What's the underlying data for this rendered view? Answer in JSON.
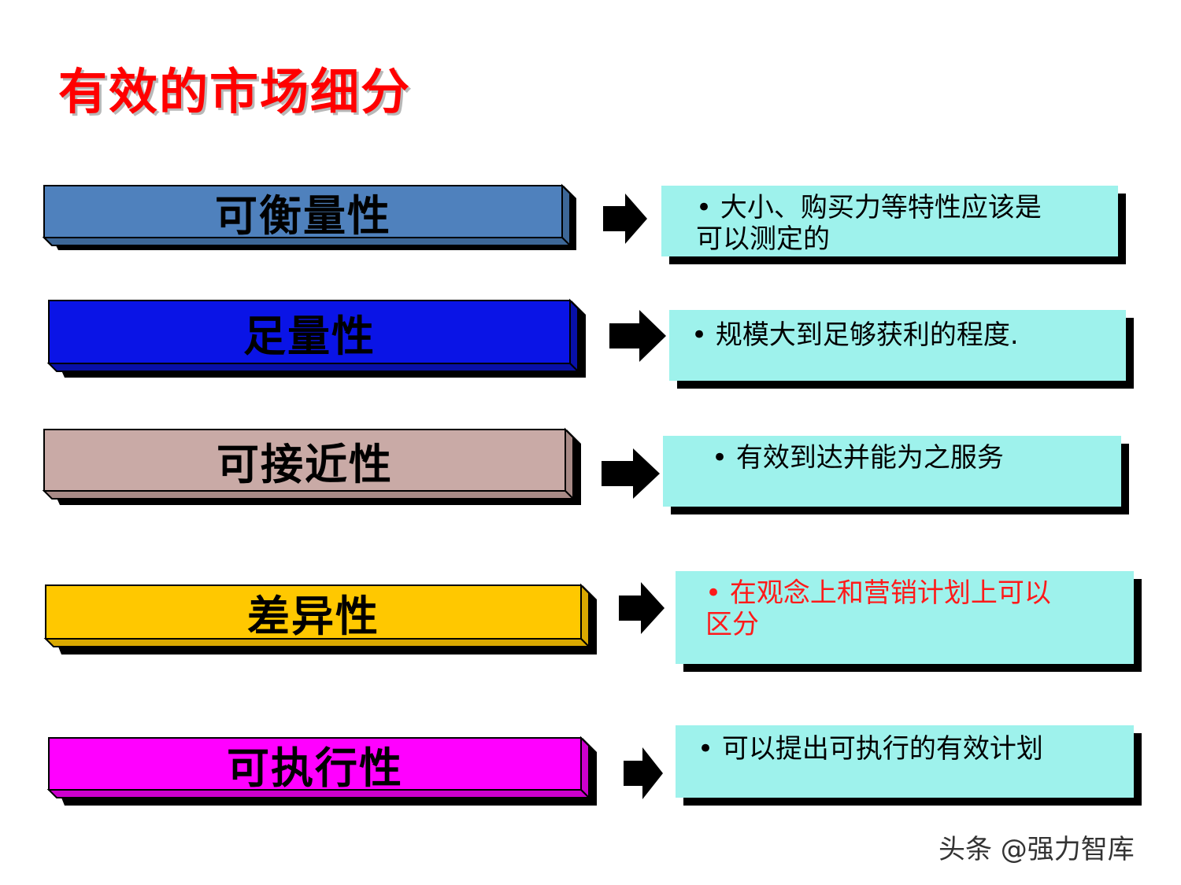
{
  "title": "有效的市场细分",
  "rows": [
    {
      "label": "可衡量性",
      "bar_color": "#4f81bd",
      "text": "• 大小、购买力等特性应该是可以测定的",
      "line1": "• 大小、购买力等特性应该是",
      "line2": "可以测定的",
      "text_color": "#000000"
    },
    {
      "label": "足量性",
      "bar_color": "#0a14e6",
      "text": "• 规模大到足够获利的程度.",
      "line1": "• 规模大到足够获利的程度.",
      "line2": "",
      "text_color": "#000000"
    },
    {
      "label": "可接近性",
      "bar_color": "#c9aaa6",
      "text": "• 有效到达并能为之服务",
      "line1": "• 有效到达并能为之服务",
      "line2": "",
      "text_color": "#000000"
    },
    {
      "label": "差异性",
      "bar_color": "#ffc800",
      "text": "• 在观念上和营销计划上可以区分",
      "line1": "• 在观念上和营销计划上可以",
      "line2": "区分",
      "text_color": "#ff1a1a"
    },
    {
      "label": "可执行性",
      "bar_color": "#ff00ff",
      "text": "• 可以提出可执行的有效计划",
      "line1": "• 可以提出可执行的有效计划",
      "line2": "",
      "text_color": "#000000"
    }
  ],
  "box_color": "#9ef2ec",
  "watermark": "头条 @强力智库"
}
